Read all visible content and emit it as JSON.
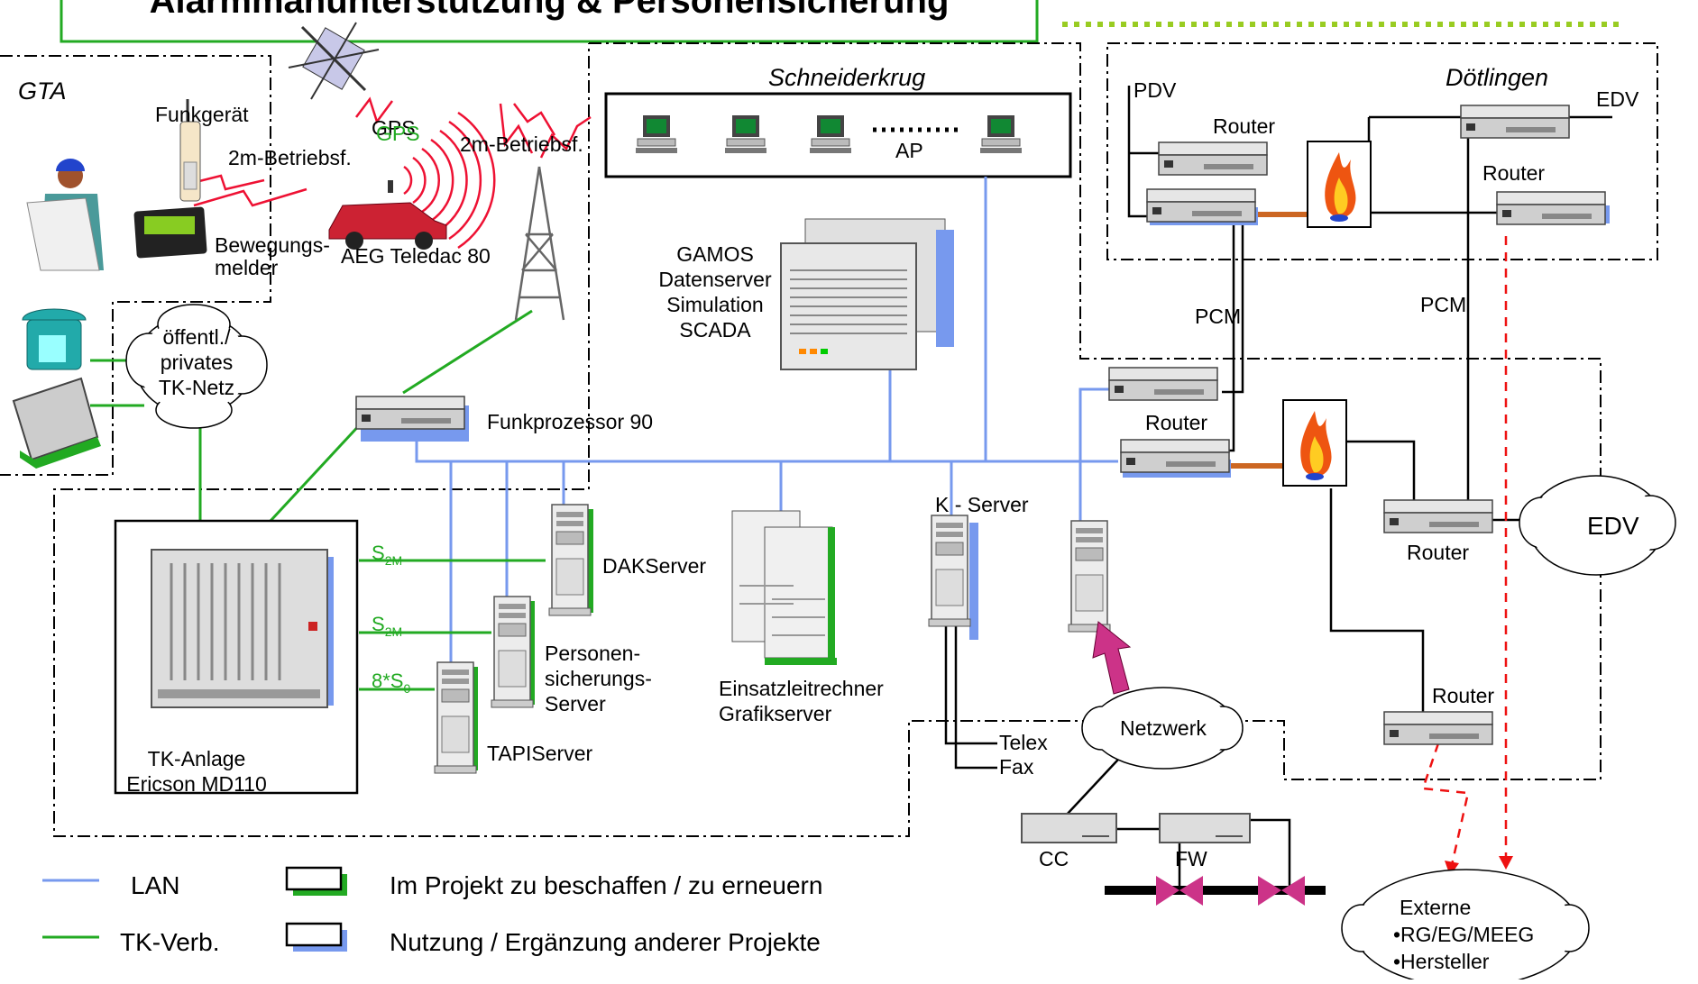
{
  "title": "Alarmmanunterstützung & Personensicherung",
  "regions": {
    "gta": "GTA",
    "schneiderkrug": "Schneiderkrug",
    "doetlingen": "Dötlingen"
  },
  "labels": {
    "funkgeraet": "Funkgerät",
    "betrieb1": "2m-Betriebsf.",
    "gps1": "GPS",
    "gps2": "GPS",
    "betrieb2": "2m-Betriebsf.",
    "bewegung1": "Bewegungs-",
    "bewegung2": "melder",
    "teledac": "AEG Teledac 80",
    "tknetz": [
      "öffentl./",
      "privates",
      "TK-Netz"
    ],
    "funkprozessor": "Funkprozessor 90",
    "ap": "AP",
    "gamos": [
      "GAMOS",
      "Datenserver",
      "Simulation",
      "SCADA"
    ],
    "pdv": "PDV",
    "edv_top": "EDV",
    "router_top": "Router",
    "router_right_top": "Router",
    "pcm1": "PCM",
    "pcm2": "PCM",
    "router_mid": "Router",
    "edv_cloud": "EDV",
    "router_right_mid": "Router",
    "router_bottom": "Router",
    "k_server": "K - Server",
    "s2m_a": "S",
    "s2m_a_sub": "2M",
    "s2m_b": "S",
    "s2m_b_sub": "2M",
    "s0": "8*S",
    "s0_sub": "0",
    "dakserver": "DAKServer",
    "personen": [
      "Personen-",
      "sicherungs-",
      "Server"
    ],
    "tapiserver": "TAPIServer",
    "einsatz": [
      "Einsatzleitrechner",
      "Grafikserver"
    ],
    "tkanlage": [
      "TK-Anlage",
      "Ericson MD110"
    ],
    "netzwerk": "Netzwerk",
    "telex": "Telex",
    "fax": "Fax",
    "cc": "CC",
    "fw": "FW",
    "externe": [
      "Externe",
      "•RG/EG/MEEG",
      "•Hersteller"
    ]
  },
  "legend": {
    "lan": "LAN",
    "tk": "TK-Verb.",
    "projekt": "Im Projekt zu beschaffen / zu erneuern",
    "nutzung": "Nutzung / Ergänzung anderer Projekte"
  },
  "colors": {
    "lan": "#7799ee",
    "tk": "#22aa22",
    "radio": "#ee1133",
    "external_link": "#ee1111",
    "title_border": "#22aa22",
    "dotted_green": "#99cc22",
    "arrow": "#cc3388"
  }
}
